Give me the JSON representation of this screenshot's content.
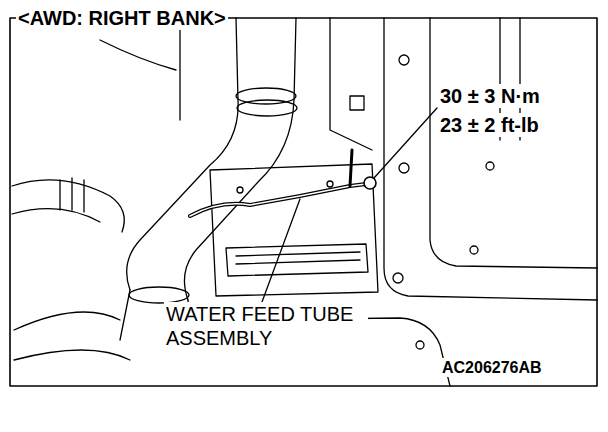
{
  "diagram": {
    "title": "<AWD: RIGHT BANK>",
    "labels": [
      "30 ± 3 N·m",
      "23 ± 2 ft-lb",
      "WATER FEED TUBE ASSEMBLY",
      "AC206276AB"
    ]
  }
}
